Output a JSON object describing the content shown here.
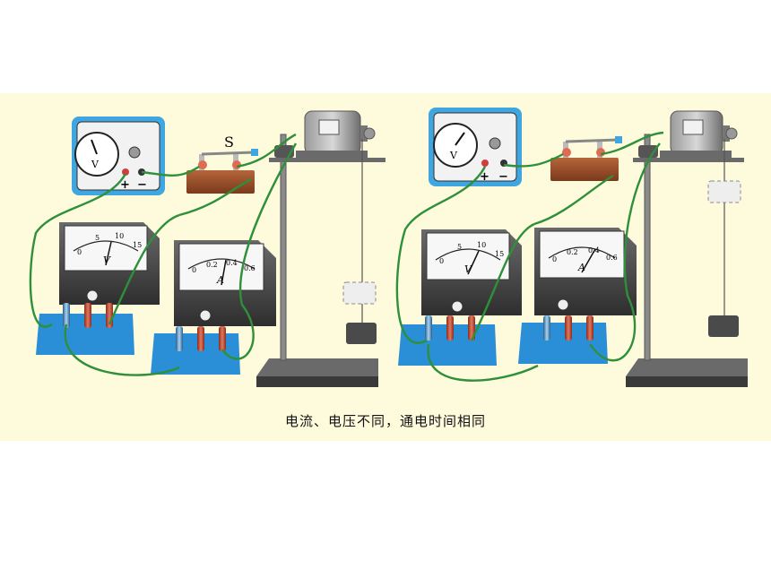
{
  "caption": "电流、电压不同，通电时间相同",
  "setups": [
    {
      "id": "left",
      "source_meter": {
        "unit": "V",
        "plus": "+",
        "minus": "−"
      },
      "switch_label": "S",
      "voltmeter": {
        "scale": [
          "0",
          "5",
          "10",
          "15"
        ],
        "unit": "V"
      },
      "ammeter": {
        "scale": [
          "0",
          "0.2",
          "0.4",
          "0.6"
        ],
        "unit": "A"
      }
    },
    {
      "id": "right",
      "source_meter": {
        "unit": "V",
        "plus": "+",
        "minus": "−"
      },
      "voltmeter": {
        "scale": [
          "0",
          "5",
          "10",
          "15"
        ],
        "unit": "V"
      },
      "ammeter": {
        "scale": [
          "0",
          "0.2",
          "0.4",
          "0.6"
        ],
        "unit": "A"
      }
    }
  ],
  "colors": {
    "background": "#fdfbdc",
    "wire": "#2f8f3a",
    "meter_body": "#4a4a4a",
    "terminal_base": "#2a8fd6",
    "source_frame": "#3fa6e0",
    "switch_base": "#a0522d"
  }
}
